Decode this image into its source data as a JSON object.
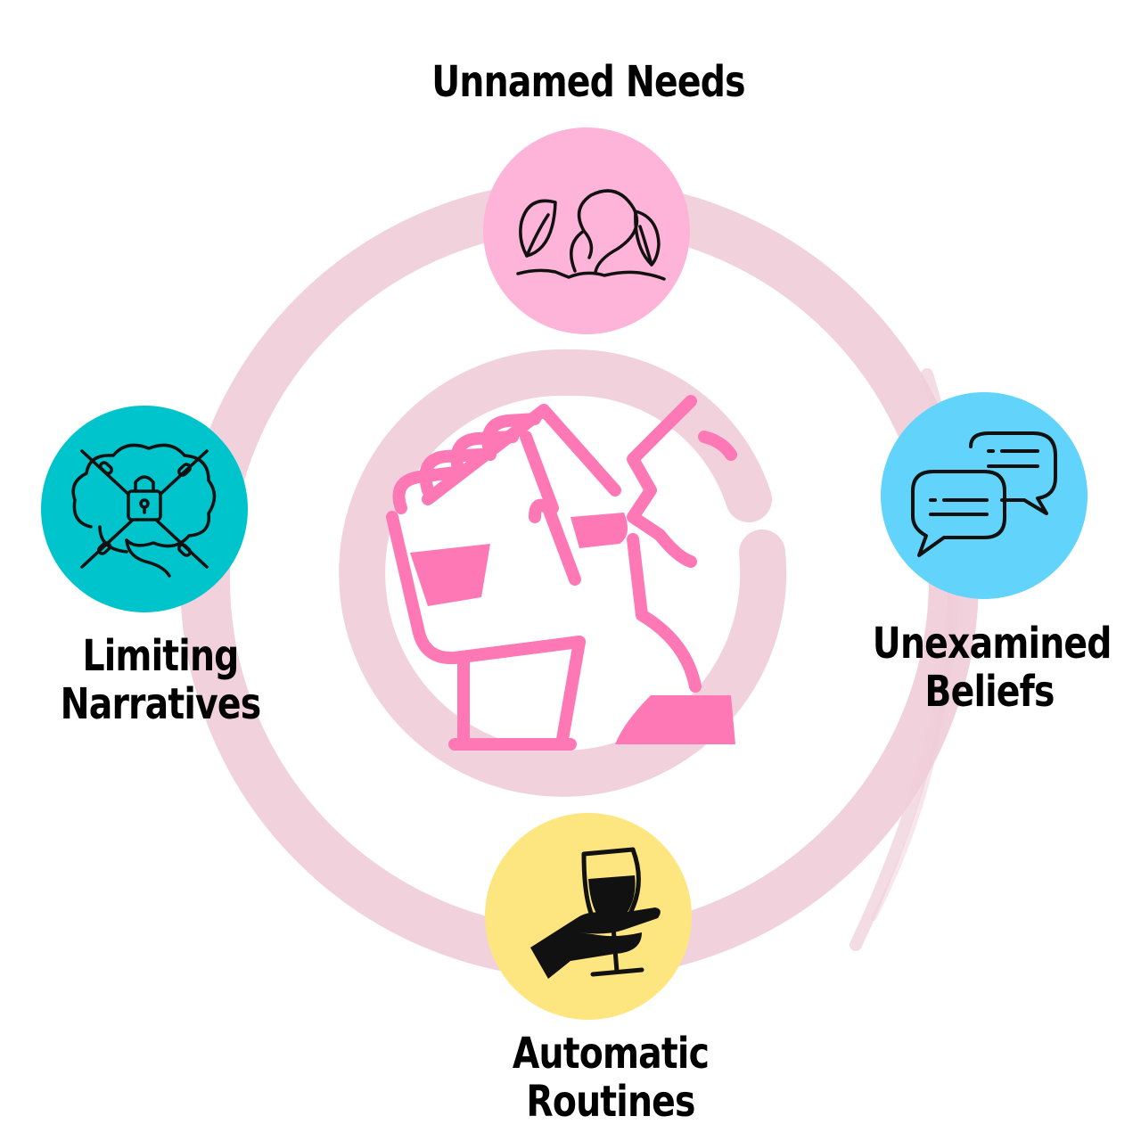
{
  "colors": {
    "spiral": "#efcdd8",
    "center_pink": "#ff78b6",
    "needs_bg": "#fdb4d8",
    "beliefs_bg": "#62d3fa",
    "narratives_bg": "#00c4cc",
    "routines_bg": "#fde67f",
    "icon_ink": "#111111"
  },
  "center": {
    "icon": "hand-drinking-glass-icon"
  },
  "nodes": {
    "needs": {
      "label": "Unnamed Needs",
      "icon": "sprouting-seed-icon"
    },
    "beliefs": {
      "label_line1": "Unexamined",
      "label_line2": "Beliefs",
      "icon": "chat-bubbles-icon"
    },
    "narratives": {
      "label_line1": "Limiting",
      "label_line2": "Narratives",
      "icon": "chained-locked-brain-icon"
    },
    "routines": {
      "label": "Automatic Routines",
      "icon": "hand-holding-wine-glass-icon"
    }
  }
}
